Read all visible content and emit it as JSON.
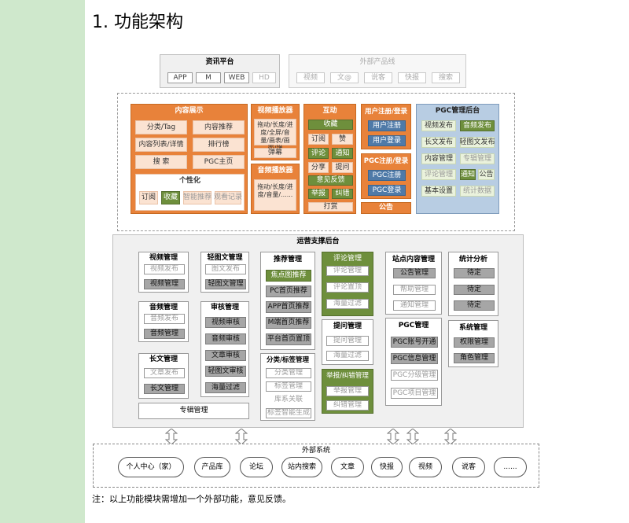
{
  "heading": "1. 功能架构",
  "news_platform": {
    "title": "资讯平台",
    "items": [
      "APP",
      "M",
      "WEB",
      "HD"
    ]
  },
  "external_lines": {
    "title": "外部产品线",
    "items": [
      "视频",
      "文@",
      "说客",
      "快报",
      "搜索"
    ]
  },
  "content_display": {
    "title": "内容展示",
    "items": [
      "分类/Tag",
      "内容推荐",
      "内容列表/详情",
      "排行榜",
      "搜 索",
      "PGC主页"
    ],
    "personal": {
      "title": "个性化",
      "items": [
        "订阅",
        "收藏",
        "智能推荐",
        "观看记录"
      ]
    }
  },
  "video_player": {
    "title": "视频播放器",
    "desc": "拖动/长度/进度/全屏/音量/画表/画面/弹",
    "extra": "弹幕"
  },
  "audio_player": {
    "title": "音频播放器",
    "desc": "拖动/长度/进度/音量/......"
  },
  "interact": {
    "title": "互动",
    "items": [
      "收藏",
      "订阅",
      "赞",
      "评论",
      "通知",
      "分享",
      "提问",
      "意见反馈",
      "举报",
      "纠错",
      "打赏"
    ]
  },
  "user_reg": {
    "title": "用户注册/登录",
    "items": [
      "用户注册",
      "用户登录"
    ]
  },
  "pgc_reg": {
    "title": "PGC注册/登录",
    "items": [
      "PGC注册",
      "PGC登录"
    ]
  },
  "notice_label": "公告",
  "pgc_admin": {
    "title": "PGC管理后台",
    "items": [
      "视频发布",
      "音频发布",
      "长文发布",
      "轻图文发布",
      "内容管理",
      "专辑管理",
      "评论管理",
      "通知",
      "公告",
      "基本设置",
      "统计数据"
    ]
  },
  "ops": {
    "title": "运营支撑后台",
    "video_mgmt": {
      "title": "视频管理",
      "items": [
        "视频发布",
        "视频管理"
      ]
    },
    "light_mgmt": {
      "title": "轻图文管理",
      "items": [
        "图文发布",
        "轻图文管理"
      ]
    },
    "audio_mgmt": {
      "title": "音频管理",
      "items": [
        "音频发布",
        "音频管理"
      ]
    },
    "review_mgmt": {
      "title": "审核管理",
      "items": [
        "视频审核",
        "音频审核",
        "文章审核",
        "轻图文审核",
        "海量过滤"
      ]
    },
    "long_mgmt": {
      "title": "长文管理",
      "items": [
        "文章发布",
        "长文管理"
      ]
    },
    "album_mgmt": "专辑管理",
    "recommend": {
      "title": "推荐管理",
      "items": [
        "焦点图推荐",
        "PC首页推荐",
        "APP首页推荐",
        "M端首页推荐",
        "平台首页置顶"
      ]
    },
    "category": {
      "title": "分类/标签管理",
      "items": [
        "分类管理",
        "标签管理",
        "库系关联",
        "标签智能生成"
      ]
    },
    "comment": {
      "title": "评论管理",
      "items": [
        "评论管理",
        "评论置顶",
        "海量过滤"
      ]
    },
    "question": {
      "title": "提问管理",
      "items": [
        "提问管理",
        "海量过滤"
      ]
    },
    "report": {
      "title": "举报/纠错管理",
      "items": [
        "举报管理",
        "纠错管理"
      ]
    },
    "site": {
      "title": "站点内容管理",
      "items": [
        "公告管理",
        "帮助管理",
        "通知管理"
      ]
    },
    "pgc": {
      "title": "PGC管理",
      "items": [
        "PGC账号开通",
        "PGC信息管理",
        "PGC分级管理",
        "PGC项目管理"
      ]
    },
    "stats": {
      "title": "统计分析",
      "items": [
        "待定",
        "待定",
        "待定"
      ]
    },
    "system": {
      "title": "系统管理",
      "items": [
        "权限管理",
        "角色管理"
      ]
    }
  },
  "external_systems": {
    "title": "外部系统",
    "items": [
      "个人中心（家）",
      "产品库",
      "论坛",
      "站内搜索",
      "文章",
      "快报",
      "视频",
      "说客",
      "......"
    ]
  },
  "note": "注：以上功能模块需增加一个外部功能，意见反馈。"
}
